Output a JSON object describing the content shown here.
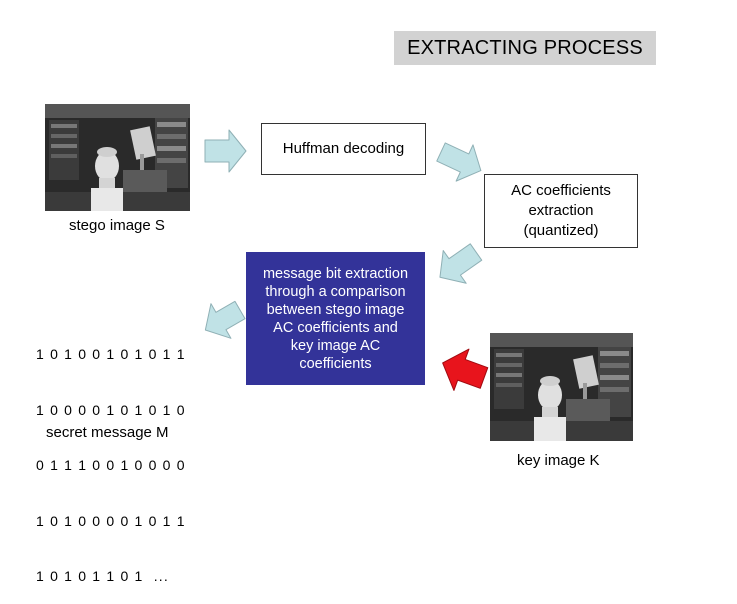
{
  "title": "EXTRACTING PROCESS",
  "nodes": {
    "huffman": "Huffman decoding",
    "ac_extraction": "AC coefficients\nextraction\n(quantized)",
    "comparison": "message bit extraction\nthrough a comparison\nbetween stego image\nAC coefficients and\nkey image AC\ncoefficients"
  },
  "captions": {
    "stego": "stego image S",
    "secret": "secret message M",
    "key": "key image K"
  },
  "bits": [
    "1 0 1 0 0 1 0 1 0 1 1",
    "1 0 0 0 0 1 0 1 0 1 0",
    "0 1 1 1 0 0 1 0 0 0 0",
    "1 0 1 0 0 0 0 1 0 1 1",
    "1 0 1 0 1 1 0 1  ..."
  ],
  "colors": {
    "flow_arrow": "#c0e2e6",
    "key_arrow": "#e8141c",
    "comparison_box": "#333399",
    "title_bg": "#d2d2d2"
  }
}
